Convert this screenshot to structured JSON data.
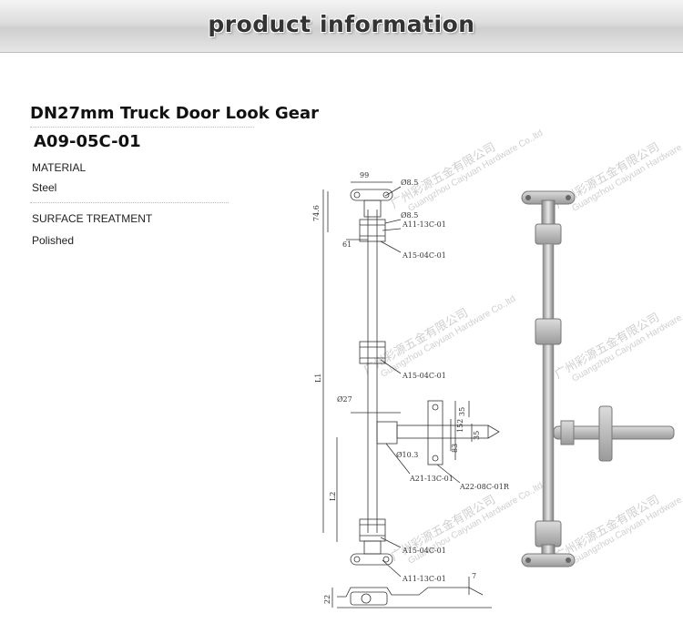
{
  "banner": {
    "title": "product information"
  },
  "product": {
    "title": "DN27mm Truck Door Look Gear",
    "code": "A09-05C-01"
  },
  "specs": {
    "material_label": "MATERIAL",
    "material_value": "Steel",
    "surface_label": "SURFACE TREATMENT",
    "surface_value": "Polished"
  },
  "drawing": {
    "dims": {
      "d99": "99",
      "d85a": "Ø8.5",
      "d74": "74.6",
      "d85b": "Ø8.5",
      "d61": "61",
      "l1": "L1",
      "d27": "Ø27",
      "d35a": "35",
      "d152": "152",
      "d35b": "35",
      "d83": "83",
      "d103": "Ø10.3",
      "l2": "L2",
      "d22": "22",
      "d7": "7"
    },
    "parts": {
      "a11_top": "A11-13C-01",
      "a15_top": "A15-04C-01",
      "a15_mid": "A15-04C-01",
      "a21": "A21-13C-01",
      "a22": "A22-08C-01R",
      "a15_bot": "A15-04C-01",
      "a11_bot": "A11-13C-01"
    }
  },
  "watermark": {
    "text": "广州彩源五金有限公司",
    "sub": "Guangzhou Caiyuan Hardware Co.,ltd"
  }
}
